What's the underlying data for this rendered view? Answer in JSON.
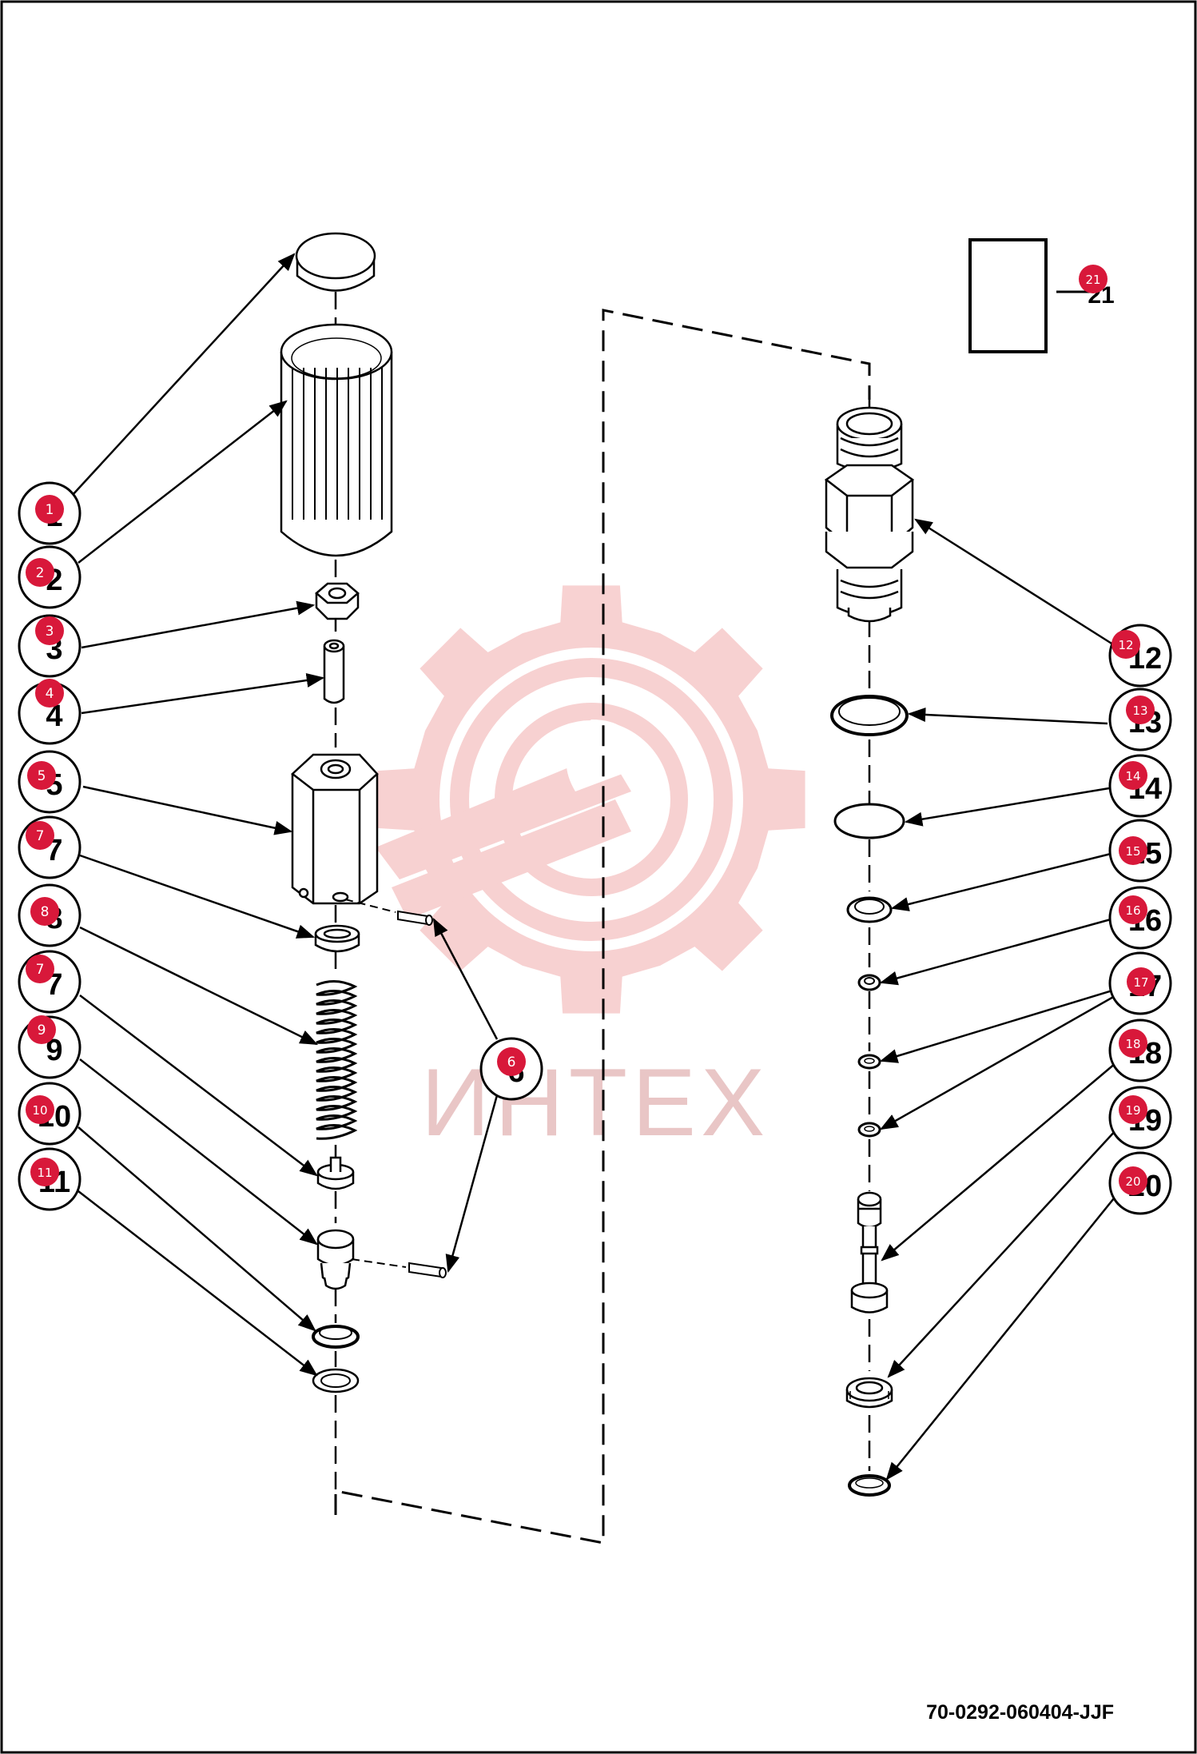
{
  "watermark": {
    "text": "ИНТЕХ",
    "color": "#f6c8c8"
  },
  "drawing_number": "70-0292-060404-JJF",
  "badge_color": "#d8183a",
  "callouts": [
    {
      "id": "c1",
      "label": "1",
      "badge": "1"
    },
    {
      "id": "c2",
      "label": "2",
      "badge": "2"
    },
    {
      "id": "c3",
      "label": "3",
      "badge": "3"
    },
    {
      "id": "c4",
      "label": "4",
      "badge": "4"
    },
    {
      "id": "c5",
      "label": "5",
      "badge": "5"
    },
    {
      "id": "c7a",
      "label": "7",
      "badge": "7"
    },
    {
      "id": "c8",
      "label": "8",
      "badge": "8"
    },
    {
      "id": "c7b",
      "label": "7",
      "badge": "7"
    },
    {
      "id": "c9",
      "label": "9",
      "badge": "9"
    },
    {
      "id": "c10",
      "label": "10",
      "badge": "10"
    },
    {
      "id": "c11",
      "label": "11",
      "badge": "11"
    },
    {
      "id": "c6",
      "label": "6",
      "badge": "6"
    },
    {
      "id": "c12",
      "label": "12",
      "badge": "12"
    },
    {
      "id": "c13",
      "label": "13",
      "badge": "13"
    },
    {
      "id": "c14",
      "label": "14",
      "badge": "14"
    },
    {
      "id": "c15",
      "label": "15",
      "badge": "15"
    },
    {
      "id": "c16",
      "label": "16",
      "badge": "16"
    },
    {
      "id": "c17",
      "label": "17",
      "badge": "17"
    },
    {
      "id": "c18",
      "label": "18",
      "badge": "18"
    },
    {
      "id": "c19",
      "label": "19",
      "badge": "19"
    },
    {
      "id": "c20",
      "label": "20",
      "badge": "20"
    },
    {
      "id": "c21",
      "label": "21",
      "badge": "21"
    }
  ]
}
